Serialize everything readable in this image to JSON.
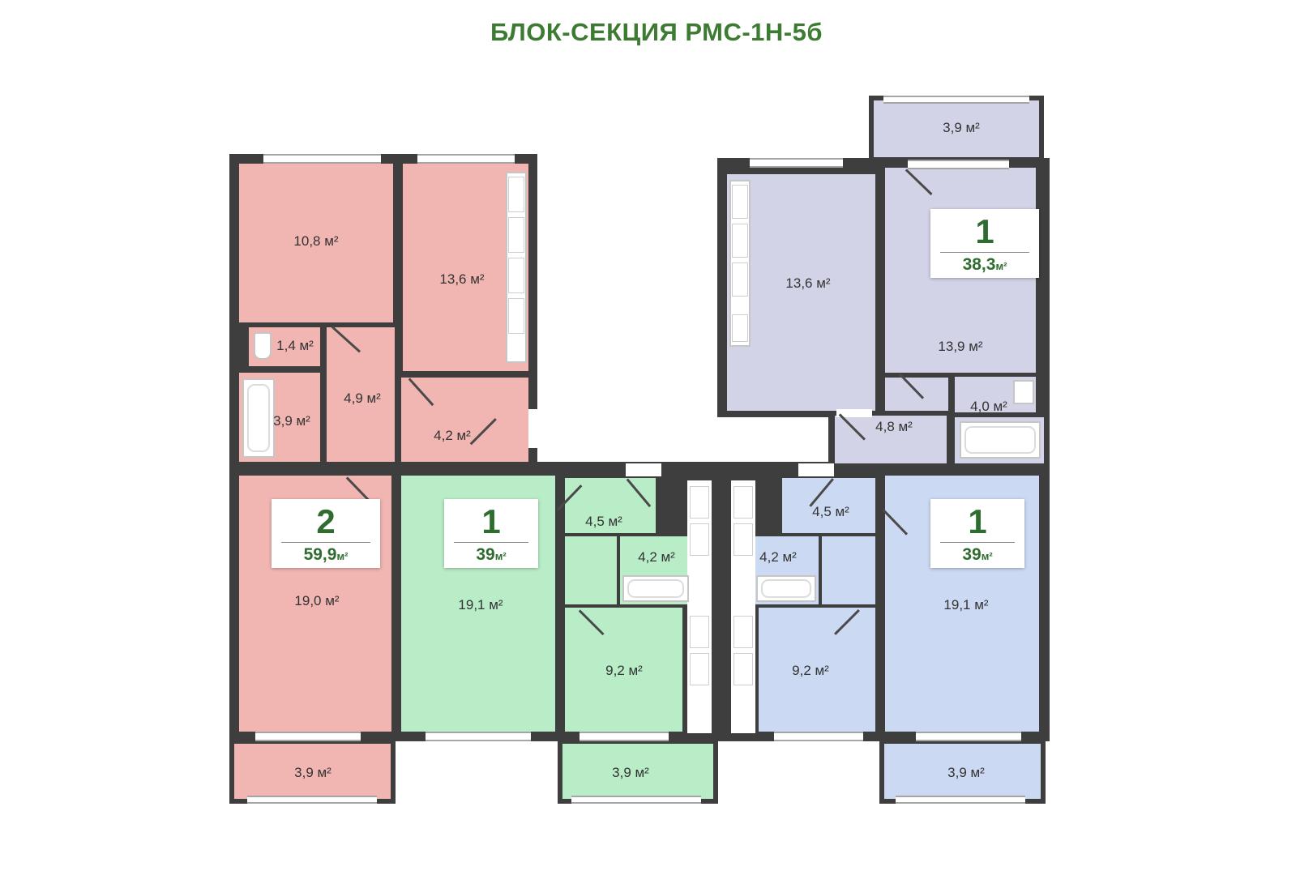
{
  "title": "БЛОК-СЕКЦИЯ РМС-1Н-5б",
  "colors": {
    "accent_green": "#2e6d2f",
    "wall": "#3f3e3e",
    "pink": "#f1b5b2",
    "green": "#b9edc7",
    "lavender": "#d3d3e8",
    "blue": "#cbd9f2"
  },
  "apartments": {
    "pink": {
      "badge": {
        "rooms": "2",
        "area": "59,9",
        "unit": "м²"
      },
      "labels": {
        "r108": "10,8 м²",
        "r136": "13,6 м²",
        "r14": "1,4 м²",
        "r39": "3,9 м²",
        "r49": "4,9 м²",
        "r42": "4,2 м²",
        "r190": "19,0 м²",
        "balcony": "3,9 м²"
      }
    },
    "green": {
      "badge": {
        "rooms": "1",
        "area": "39",
        "unit": "м²"
      },
      "labels": {
        "r191": "19,1 м²",
        "r45": "4,5 м²",
        "r42": "4,2 м²",
        "r92": "9,2 м²",
        "balcony": "3,9 м²"
      }
    },
    "blue": {
      "badge": {
        "rooms": "1",
        "area": "39",
        "unit": "м²"
      },
      "labels": {
        "r191": "19,1 м²",
        "r45": "4,5 м²",
        "r42": "4,2 м²",
        "r92": "9,2 м²",
        "balcony": "3,9 м²"
      }
    },
    "lavender": {
      "badge": {
        "rooms": "1",
        "area": "38,3",
        "unit": "м²"
      },
      "labels": {
        "r136": "13,6 м²",
        "r139": "13,9 м²",
        "r40": "4,0 м²",
        "r48": "4,8 м²",
        "balcony": "3,9 м²"
      }
    }
  }
}
